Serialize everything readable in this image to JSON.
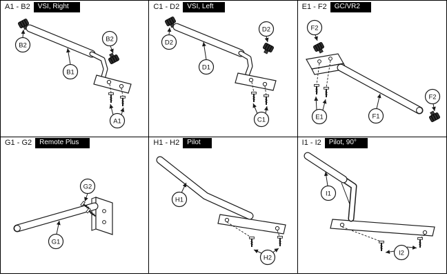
{
  "page": {
    "background": "#ffffff",
    "line_color": "#1a1a1a",
    "tag_bg": "#000000",
    "tag_fg": "#ffffff"
  },
  "panels": [
    {
      "id": "A1 - B2",
      "subtitle": "VSI, Right",
      "callouts": [
        {
          "label": "B2"
        },
        {
          "label": "B2"
        },
        {
          "label": "B1"
        },
        {
          "label": "A1"
        }
      ]
    },
    {
      "id": "C1 - D2",
      "subtitle": "VSI, Left",
      "callouts": [
        {
          "label": "D2"
        },
        {
          "label": "D2"
        },
        {
          "label": "D1"
        },
        {
          "label": "C1"
        }
      ]
    },
    {
      "id": "E1 - F2",
      "subtitle": "GC/VR2",
      "callouts": [
        {
          "label": "F2"
        },
        {
          "label": "F2"
        },
        {
          "label": "E1"
        },
        {
          "label": "F1"
        }
      ]
    },
    {
      "id": "G1 - G2",
      "subtitle": "Remote Plus",
      "callouts": [
        {
          "label": "G2"
        },
        {
          "label": "G1"
        }
      ]
    },
    {
      "id": "H1 - H2",
      "subtitle": "Pilot",
      "callouts": [
        {
          "label": "H1"
        },
        {
          "label": "H2"
        }
      ]
    },
    {
      "id": "I1 - I2",
      "subtitle": "Pilot, 90°",
      "callouts": [
        {
          "label": "I1"
        },
        {
          "label": "I2"
        }
      ]
    }
  ]
}
